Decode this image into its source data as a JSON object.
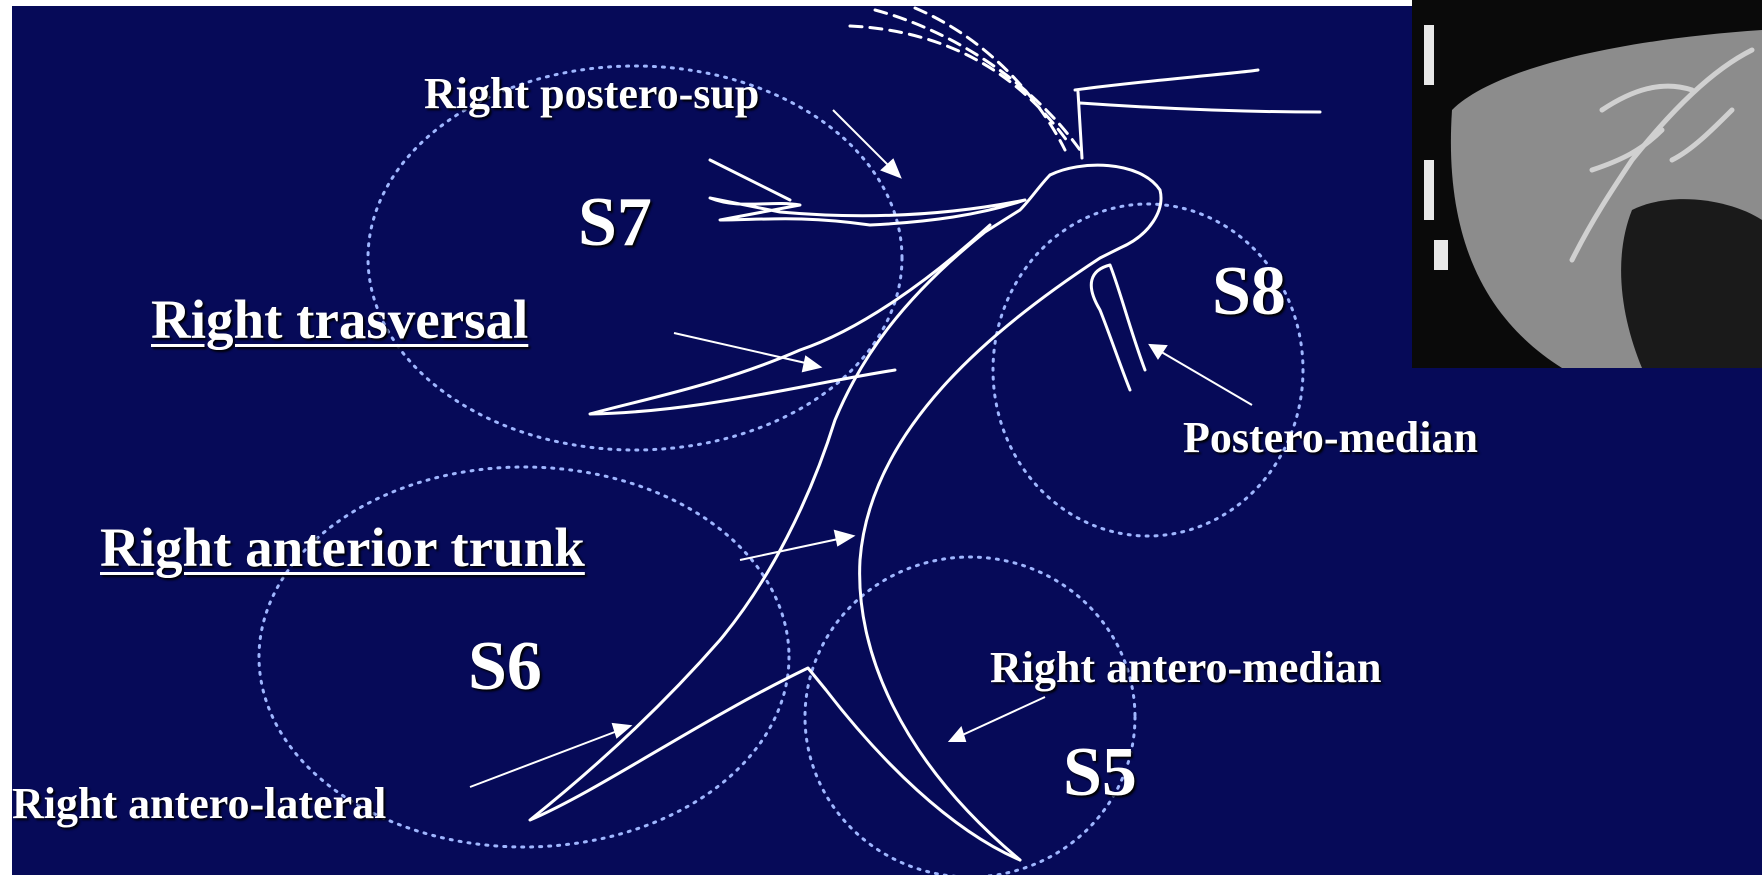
{
  "colors": {
    "background": "#060a58",
    "line": "#ffffff",
    "segment_outline": "#9fb6ff"
  },
  "segments": {
    "s7": "S7",
    "s8": "S8",
    "s6": "S6",
    "s5": "S5"
  },
  "labels": {
    "right_postero_sup": "Right postero-sup",
    "right_trasversal": "Right trasversal",
    "right_anterior_trunk": "Right anterior trunk",
    "postero_median": "Postero-median",
    "right_antero_median": "Right antero-median",
    "right_antero_lateral": "Right antero-lateral"
  },
  "ct_image": {
    "description_icon": "ct-scan-image"
  }
}
